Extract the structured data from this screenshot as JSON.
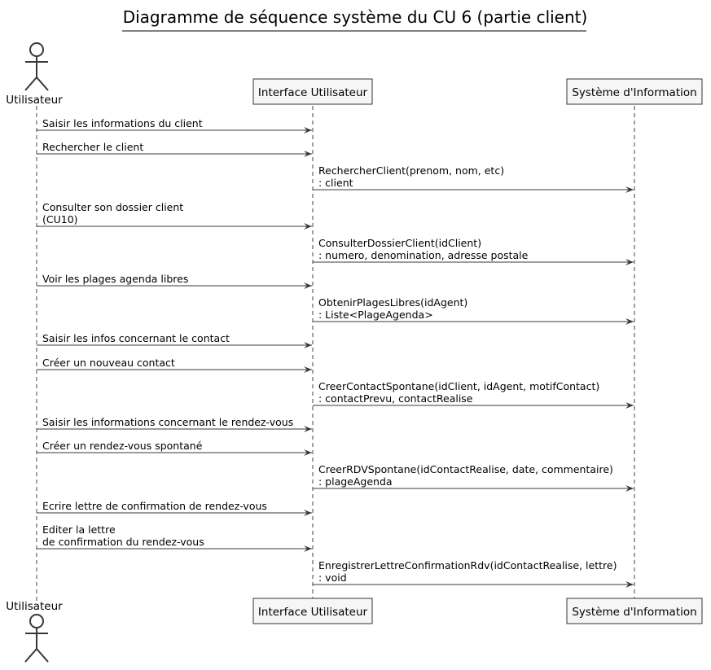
{
  "title": "Diagramme de séquence système du CU 6 (partie client)",
  "participants": {
    "user": {
      "label": "Utilisateur",
      "kind": "actor"
    },
    "ui": {
      "label": "Interface Utilisateur",
      "kind": "participant"
    },
    "si": {
      "label": "Système d'Information",
      "kind": "participant"
    }
  },
  "messages": [
    {
      "from": "user",
      "to": "ui",
      "lines": [
        "Saisir les informations du client"
      ]
    },
    {
      "from": "user",
      "to": "ui",
      "lines": [
        "Rechercher le client"
      ]
    },
    {
      "from": "ui",
      "to": "si",
      "lines": [
        "RechercherClient(prenom, nom, etc)",
        ": client"
      ]
    },
    {
      "from": "user",
      "to": "ui",
      "lines": [
        "Consulter son dossier client",
        "(CU10)"
      ]
    },
    {
      "from": "ui",
      "to": "si",
      "lines": [
        "ConsulterDossierClient(idClient)",
        ": numero, denomination, adresse postale"
      ]
    },
    {
      "from": "user",
      "to": "ui",
      "lines": [
        "Voir les plages agenda libres"
      ]
    },
    {
      "from": "ui",
      "to": "si",
      "lines": [
        "ObtenirPlagesLibres(idAgent)",
        ": Liste<PlageAgenda>"
      ]
    },
    {
      "from": "user",
      "to": "ui",
      "lines": [
        "Saisir les infos concernant le contact"
      ]
    },
    {
      "from": "user",
      "to": "ui",
      "lines": [
        "Créer un nouveau contact"
      ]
    },
    {
      "from": "ui",
      "to": "si",
      "lines": [
        "CreerContactSpontane(idClient, idAgent, motifContact)",
        ": contactPrevu, contactRealise"
      ]
    },
    {
      "from": "user",
      "to": "ui",
      "lines": [
        "Saisir les informations concernant le rendez-vous"
      ]
    },
    {
      "from": "user",
      "to": "ui",
      "lines": [
        "Créer un rendez-vous spontané"
      ]
    },
    {
      "from": "ui",
      "to": "si",
      "lines": [
        "CreerRDVSpontane(idContactRealise, date, commentaire)",
        ": plageAgenda"
      ]
    },
    {
      "from": "user",
      "to": "ui",
      "lines": [
        "Ecrire lettre de confirmation de rendez-vous"
      ]
    },
    {
      "from": "user",
      "to": "ui",
      "lines": [
        "Editer la lettre",
        "de confirmation du rendez-vous"
      ]
    },
    {
      "from": "ui",
      "to": "si",
      "lines": [
        "EnregistrerLettreConfirmationRdv(idContactRealise, lettre)",
        ": void"
      ]
    }
  ]
}
